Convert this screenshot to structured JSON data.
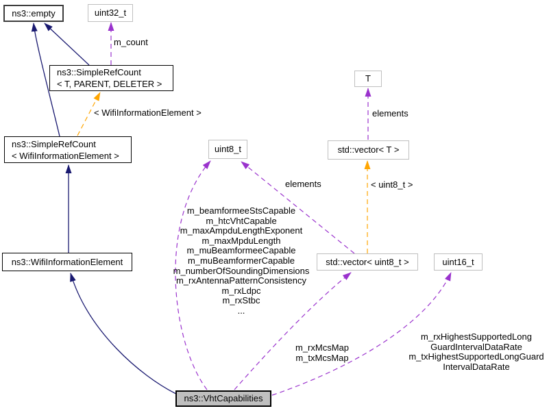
{
  "diagram": {
    "type": "collaboration-graph",
    "nodes": {
      "empty": {
        "label": "ns3::empty"
      },
      "uint32": {
        "label": "uint32_t"
      },
      "simple_ref_count_t": {
        "label": "ns3::SimpleRefCount\n< T, PARENT, DELETER >"
      },
      "simple_ref_count_wie": {
        "label": "ns3::SimpleRefCount\n< WifiInformationElement >"
      },
      "wifi_information_element": {
        "label": "ns3::WifiInformationElement"
      },
      "uint8": {
        "label": "uint8_t"
      },
      "t": {
        "label": "T"
      },
      "vector_t": {
        "label": "std::vector< T >"
      },
      "vector_uint8": {
        "label": "std::vector< uint8_t >"
      },
      "uint16": {
        "label": "uint16_t"
      },
      "vht_capabilities": {
        "label": "ns3::VhtCapabilities"
      }
    },
    "edge_labels": {
      "m_count": "m_count",
      "template_wie": "< WifiInformationElement >",
      "elements_t": "elements",
      "elements_uint8": "elements",
      "template_uint8": "< uint8_t >",
      "vht_members": "m_beamformeeStsCapable\nm_htcVhtCapable\nm_maxAmpduLengthExponent\nm_maxMpduLength\nm_muBeamformeeCapable\nm_muBeamformerCapable\nm_numberOfSoundingDimensions\nm_rxAntennaPatternConsistency\nm_rxLdpc\nm_rxStbc\n...",
      "mcs_maps": "m_rxMcsMap\nm_txMcsMap",
      "highest_rates": "m_rxHighestSupportedLong\nGuardIntervalDataRate\nm_txHighestSupportedLongGuard\nIntervalDataRate"
    },
    "colors": {
      "inheritance_edge": "#191970",
      "usage_edge": "#9a32cd",
      "template_edge": "#ffa500",
      "node_border": "#000000",
      "external_node_border": "#bfbfbf",
      "selected_node_fill": "#bfbfbf",
      "background": "#ffffff"
    }
  }
}
